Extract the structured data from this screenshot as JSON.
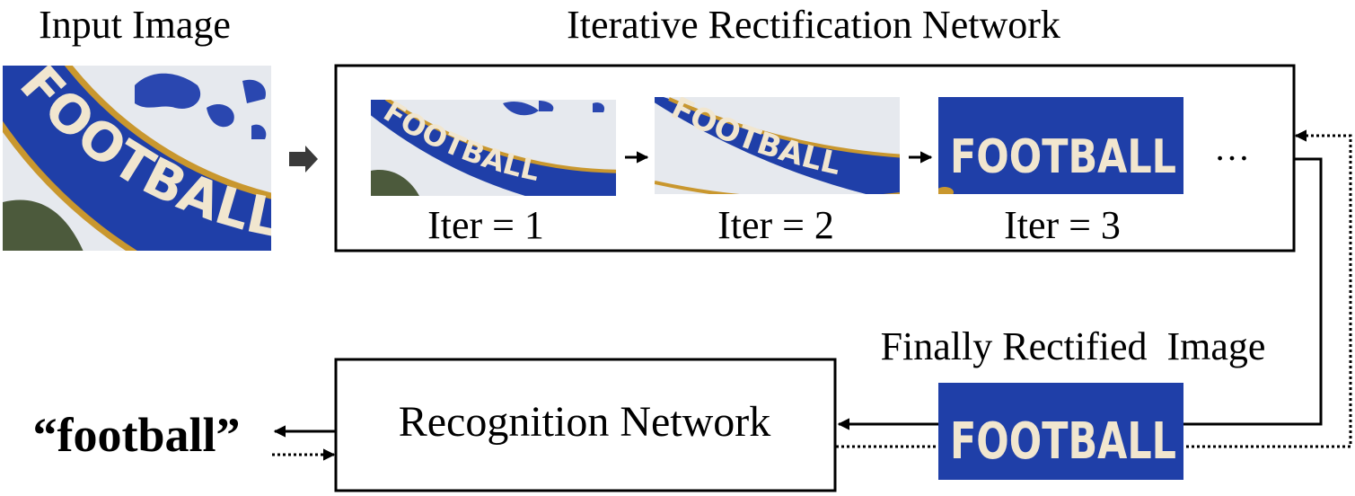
{
  "labels": {
    "input_image": "Input Image",
    "network_title": "Iterative Rectification Network",
    "iter1": "Iter = 1",
    "iter2": "Iter = 2",
    "iter3": "Iter = 3",
    "ellipsis": "…",
    "finally_rectified": "Finally Rectified  Image",
    "recognition_network": "Recognition Network",
    "output": "“football”"
  },
  "image_text": "FOOTBALL",
  "colors": {
    "crest_blue": "#1f3fa8",
    "crest_gold": "#c9972e",
    "letter_cream": "#f1e6cf",
    "background_sky": "#e6e9ee",
    "foliage": "#4c5a3c"
  }
}
